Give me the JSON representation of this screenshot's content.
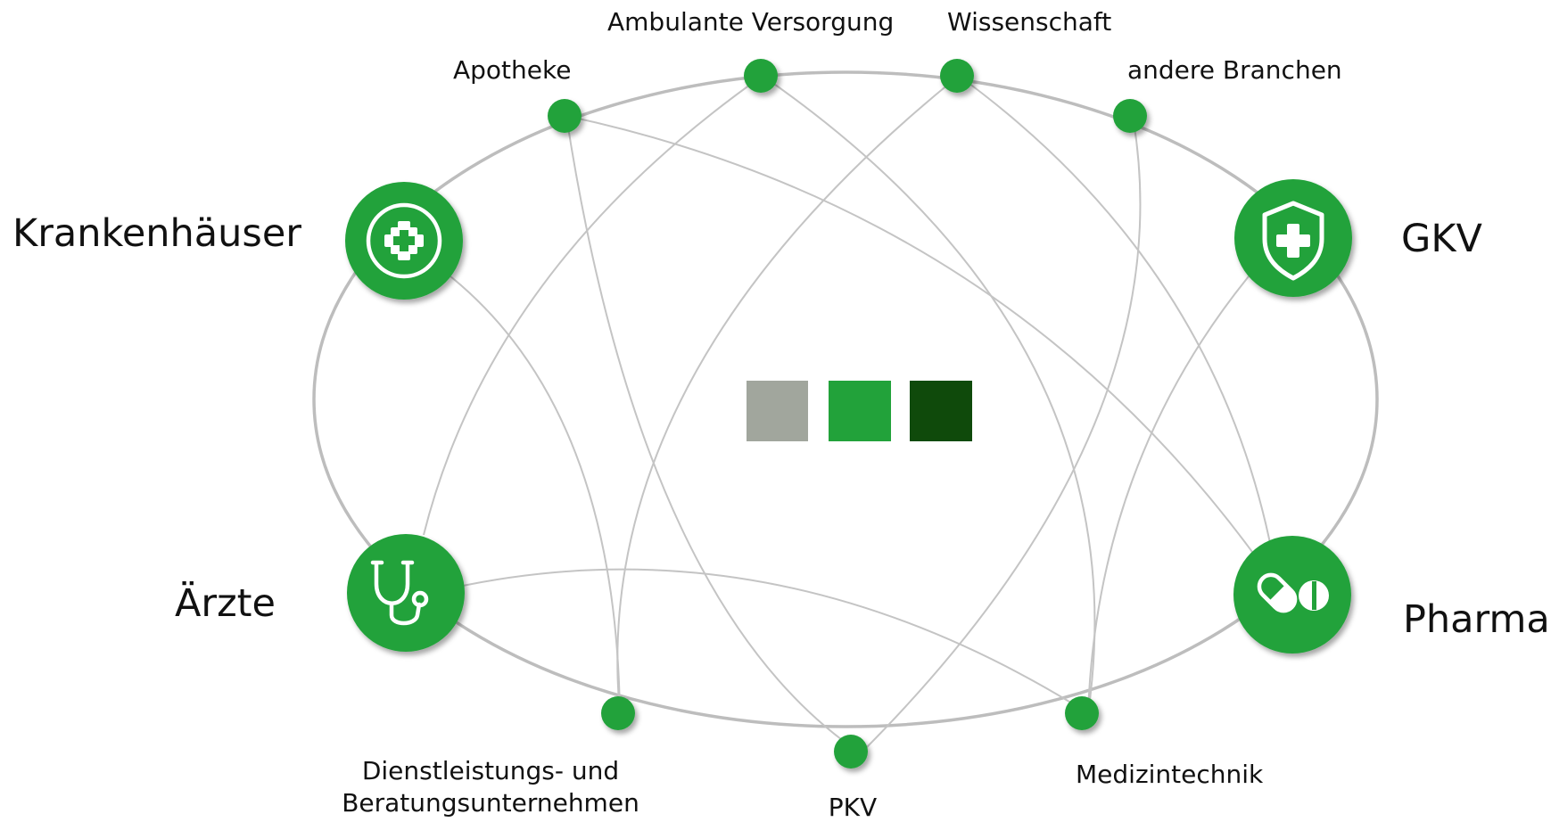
{
  "palette": {
    "line": "#c4c4c4",
    "node": "#22a23a",
    "swatch_gray": "#a1a69d",
    "swatch_green": "#22a23a",
    "swatch_dark": "#0f4a0b"
  },
  "major_nodes": {
    "krankenhaeuser": {
      "label": "Krankenhäuser",
      "icon": "cross-circle-icon"
    },
    "gkv": {
      "label": "GKV",
      "icon": "shield-cross-icon"
    },
    "aerzte": {
      "label": "Ärzte",
      "icon": "stethoscope-icon"
    },
    "pharma": {
      "label": "Pharma",
      "icon": "pills-icon"
    }
  },
  "minor_nodes": {
    "apotheke": {
      "label": "Apotheke"
    },
    "ambulante": {
      "label": "Ambulante Versorgung"
    },
    "wissenschaft": {
      "label": "Wissenschaft"
    },
    "andere": {
      "label": "andere Branchen"
    },
    "dienstleistung": {
      "label_line1": "Dienstleistungs- und",
      "label_line2": "Beratungsunternehmen"
    },
    "pkv": {
      "label": "PKV"
    },
    "medizintechnik": {
      "label": "Medizintechnik"
    }
  }
}
